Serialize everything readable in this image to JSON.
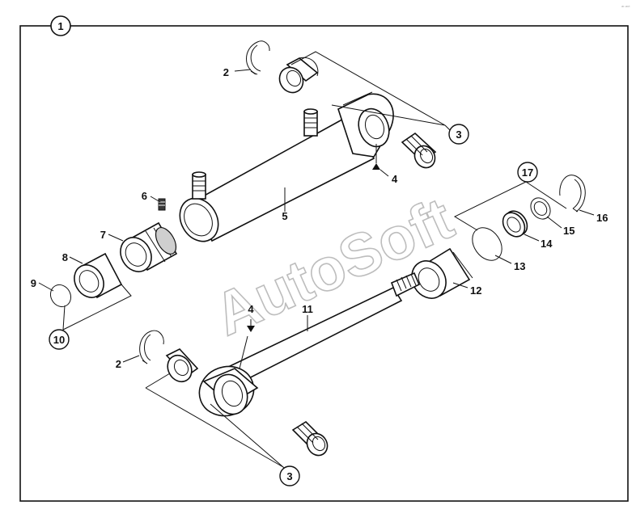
{
  "diagram": {
    "assembly_label": "1",
    "watermark": "AutoSoft",
    "corner_mark": "ar-aut",
    "callouts": [
      {
        "id": "c-2-top",
        "text": "2",
        "circled": false
      },
      {
        "id": "c-3-top",
        "text": "3",
        "circled": true
      },
      {
        "id": "c-4-top",
        "text": "4",
        "circled": false
      },
      {
        "id": "c-5",
        "text": "5",
        "circled": false
      },
      {
        "id": "c-6",
        "text": "6",
        "circled": false
      },
      {
        "id": "c-7",
        "text": "7",
        "circled": false
      },
      {
        "id": "c-8",
        "text": "8",
        "circled": false
      },
      {
        "id": "c-9",
        "text": "9",
        "circled": false
      },
      {
        "id": "c-10",
        "text": "10",
        "circled": true
      },
      {
        "id": "c-4-bot",
        "text": "4",
        "circled": false
      },
      {
        "id": "c-11",
        "text": "11",
        "circled": false
      },
      {
        "id": "c-12",
        "text": "12",
        "circled": false
      },
      {
        "id": "c-13",
        "text": "13",
        "circled": false
      },
      {
        "id": "c-14",
        "text": "14",
        "circled": false
      },
      {
        "id": "c-15",
        "text": "15",
        "circled": false
      },
      {
        "id": "c-16",
        "text": "16",
        "circled": false
      },
      {
        "id": "c-17",
        "text": "17",
        "circled": true
      },
      {
        "id": "c-2-bot",
        "text": "2",
        "circled": false
      },
      {
        "id": "c-3-bot",
        "text": "3",
        "circled": true
      }
    ]
  }
}
